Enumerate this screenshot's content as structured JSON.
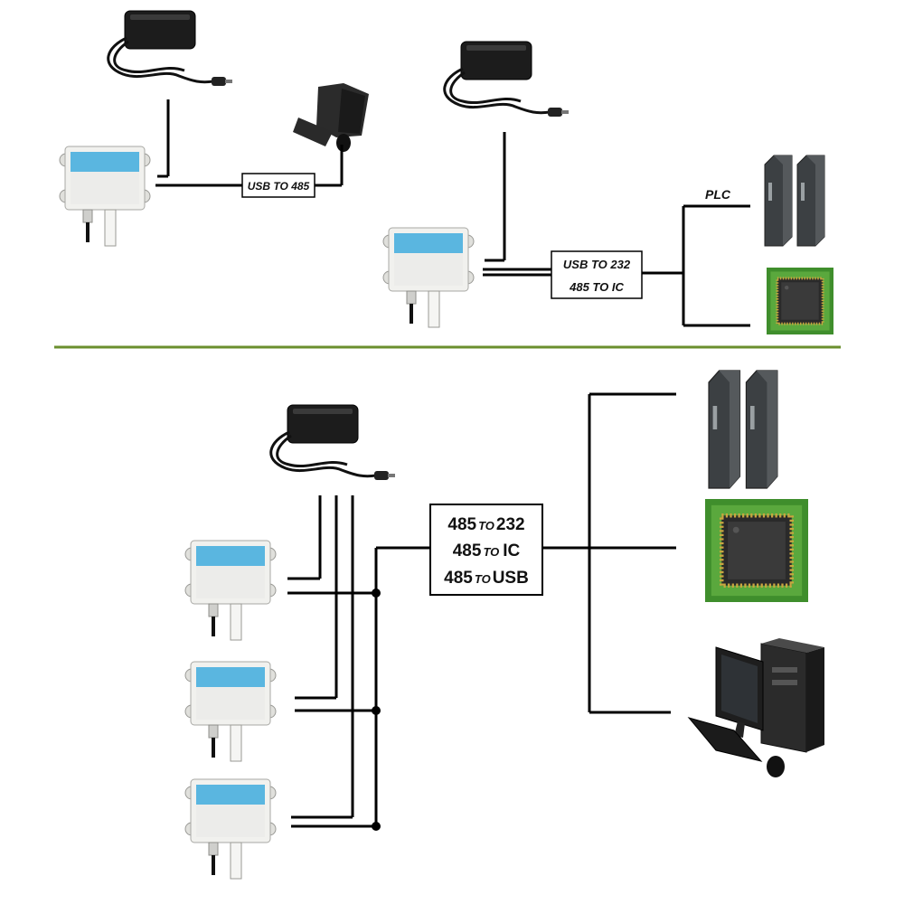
{
  "top_left": {
    "converter_label": "USB TO 485"
  },
  "top_right": {
    "converter_line1": "USB TO 232",
    "converter_line2": "485 TO IC",
    "plc_label": "PLC"
  },
  "bottom": {
    "line1_a": "485",
    "line1_b": "TO",
    "line1_c": "232",
    "line2_a": "485",
    "line2_b": "TO",
    "line2_c": "IC",
    "line3_a": "485",
    "line3_b": "TO",
    "line3_c": "USB"
  },
  "sensor": {
    "title": "温湿度传感器",
    "subtitle": "Temp/Humi Transmitter"
  },
  "colors": {
    "divider": "#6a8f2e",
    "sensor_body": "#f1f1ee",
    "sensor_band": "#5ab6e0",
    "wire": "#000000"
  }
}
